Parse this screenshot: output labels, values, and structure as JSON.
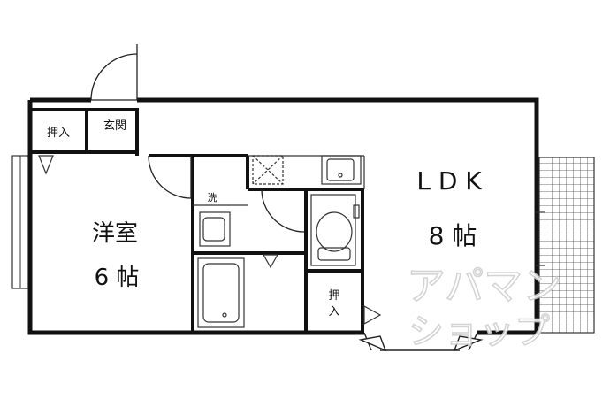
{
  "rooms": {
    "closet_top": "押入",
    "entrance": "玄関",
    "western_name": "洋室",
    "western_size": "6 帖",
    "washroom": "洗",
    "ldk_name": "L D K",
    "ldk_size": "8 帖",
    "closet_right_1": "押",
    "closet_right_2": "入"
  },
  "watermark": {
    "line1": "アパマン",
    "line2": "ショップ"
  }
}
